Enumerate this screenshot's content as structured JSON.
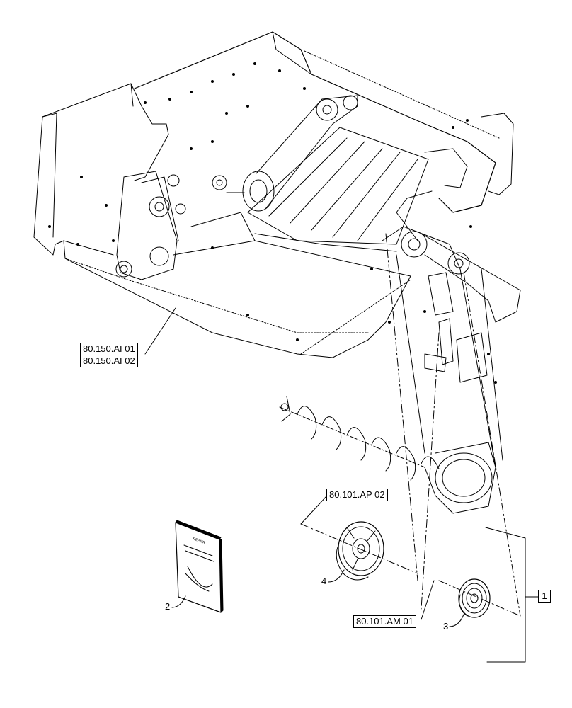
{
  "references": {
    "ai01": "80.150.AI 01",
    "ai02": "80.150.AI 02",
    "ap02": "80.101.AP 02",
    "am01": "80.101.AM 01"
  },
  "callouts": {
    "item1": "1",
    "item2": "2",
    "item3": "3",
    "item4": "4"
  },
  "manual_cover_text": "REPAIR",
  "colors": {
    "line": "#000000",
    "background": "#ffffff"
  }
}
